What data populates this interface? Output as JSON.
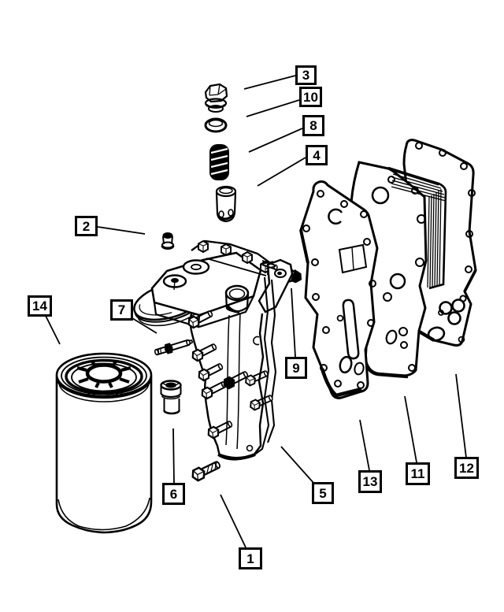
{
  "document": {
    "kind": "exploded-parts-diagram",
    "subject": "engine oil filter and oil cooler assembly",
    "background_color": "#ffffff",
    "line_color": "#000000",
    "callout_box_style": "white square, black border, bold number"
  },
  "callouts": [
    {
      "label": "1"
    },
    {
      "label": "2"
    },
    {
      "label": "3"
    },
    {
      "label": "4"
    },
    {
      "label": "5"
    },
    {
      "label": "6"
    },
    {
      "label": "7"
    },
    {
      "label": "8"
    },
    {
      "label": "9"
    },
    {
      "label": "10"
    },
    {
      "label": "11"
    },
    {
      "label": "12"
    },
    {
      "label": "13"
    },
    {
      "label": "14"
    }
  ]
}
